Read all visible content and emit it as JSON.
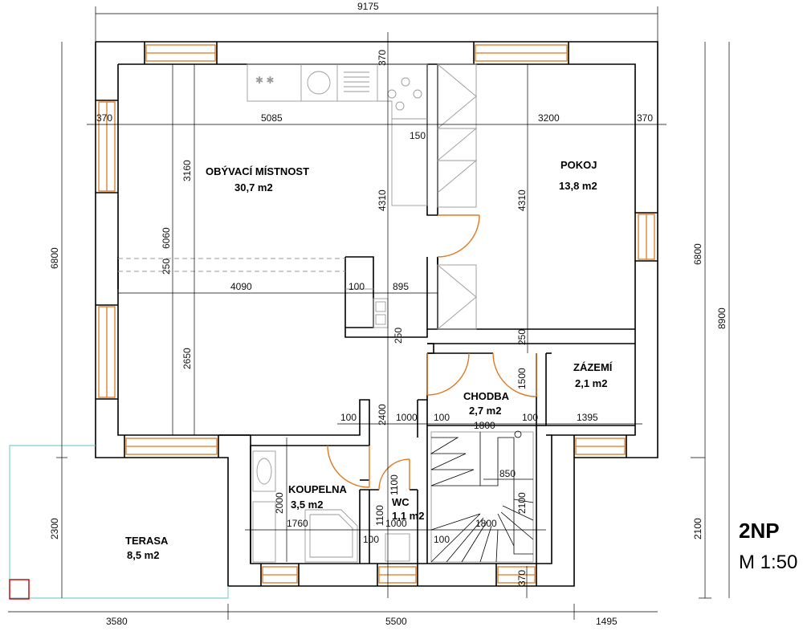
{
  "sheet": {
    "level": "2NP",
    "scale": "M 1:50"
  },
  "rooms": [
    {
      "key": "obyvaci",
      "name": "OBÝVACÍ MÍSTNOST",
      "area": "30,7  m2"
    },
    {
      "key": "pokoj",
      "name": "POKOJ",
      "area": "13,8  m2"
    },
    {
      "key": "zazemi",
      "name": "ZÁZEMÍ",
      "area": "2,1 m2"
    },
    {
      "key": "chodba",
      "name": "CHODBA",
      "area": "2,7 m2"
    },
    {
      "key": "koupelna",
      "name": "KOUPELNA",
      "area": "3,5 m2"
    },
    {
      "key": "wc",
      "name": "WC",
      "area": "1,1 m2"
    },
    {
      "key": "terasa",
      "name": "TERASA",
      "area": "8,5  m2"
    }
  ],
  "dimensions": {
    "overall_width": "9175",
    "bottom": [
      "3580",
      "5500",
      "1495"
    ],
    "left_height": "6800",
    "left_terrace": "2300",
    "right_upper": "6800",
    "right_lower": "2100",
    "right_total": "8900",
    "wall_370": "370",
    "living_width": "5085",
    "room_width": "3200",
    "v_3160": "3160",
    "v_6060": "6060",
    "v_250": "250",
    "v_2650": "2650",
    "v_4310": "4310",
    "d_150": "150",
    "d_4090": "4090",
    "d_100": "100",
    "d_895": "895",
    "d_2400": "2400",
    "d_1000": "1000",
    "d_1800": "1800",
    "d_1395": "1395",
    "d_1500": "1500",
    "d_2000": "2000",
    "d_1760": "1760",
    "d_1100": "1100",
    "d_850": "850",
    "d_2100": "2100"
  }
}
